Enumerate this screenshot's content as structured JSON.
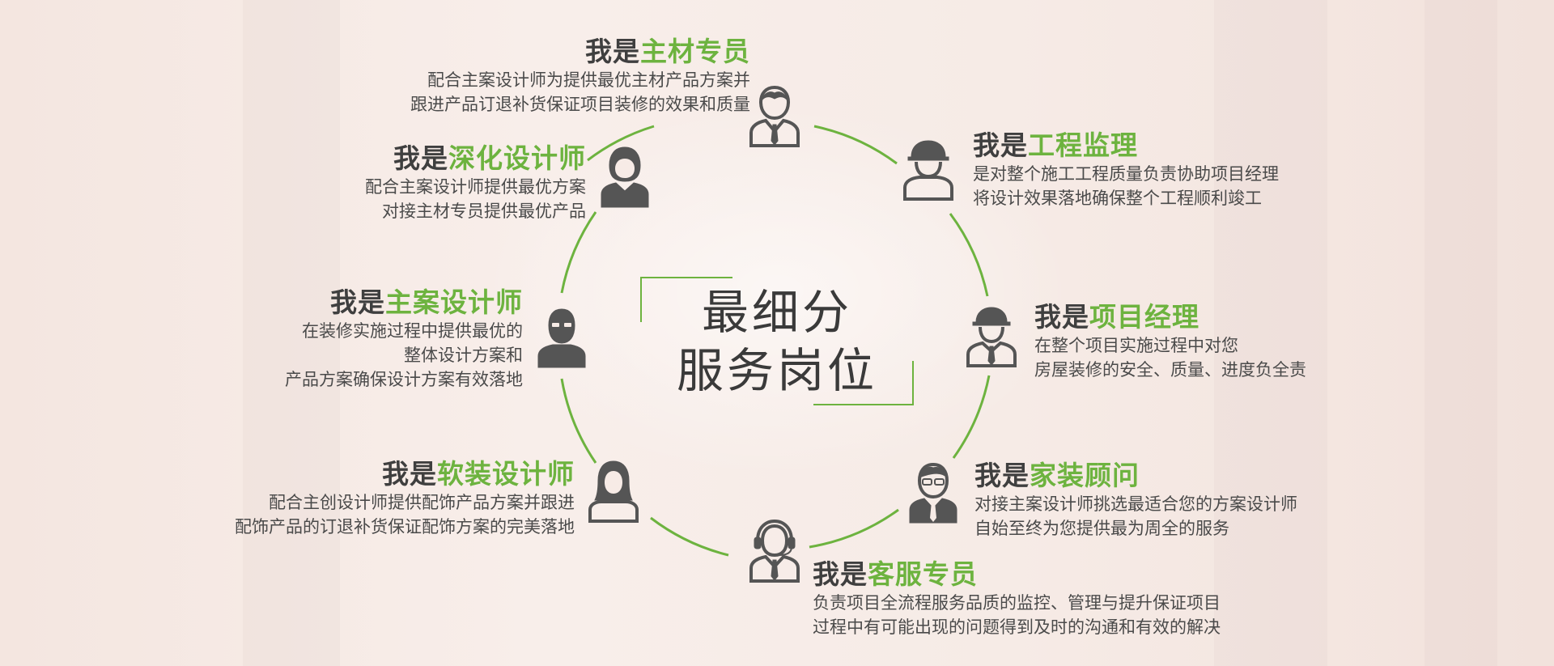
{
  "center_title": {
    "line1": "最细分",
    "line2": "服务岗位"
  },
  "colors": {
    "accent": "#6db33f",
    "text": "#3f3f3f",
    "icon": "#555555"
  },
  "roles": [
    {
      "id": "main-material",
      "prefix": "我是",
      "title": "主材专员",
      "lines": [
        "配合主案设计师为提供最优主材产品方案并",
        "跟进产品订退补货保证项目装修的效果和质量"
      ],
      "icon": "person-tie-icon"
    },
    {
      "id": "engineering-supervisor",
      "prefix": "我是",
      "title": "工程监理",
      "lines": [
        "是对整个施工工程质量负责协助项目经理",
        "将设计效果落地确保整个工程顺利竣工"
      ],
      "icon": "hardhat-person-icon"
    },
    {
      "id": "deep-designer",
      "prefix": "我是",
      "title": "深化设计师",
      "lines": [
        "配合主案设计师提供最优方案",
        "对接主材专员提供最优产品"
      ],
      "icon": "person-woman-icon"
    },
    {
      "id": "project-manager",
      "prefix": "我是",
      "title": "项目经理",
      "lines": [
        "在整个项目实施过程中对您",
        "房屋装修的安全、质量、进度负全责"
      ],
      "icon": "hardhat-tie-icon"
    },
    {
      "id": "lead-designer",
      "prefix": "我是",
      "title": "主案设计师",
      "lines": [
        "在装修实施过程中提供最优的",
        "整体设计方案和",
        "产品方案确保设计方案有效落地"
      ],
      "icon": "bearded-glasses-icon"
    },
    {
      "id": "home-consultant",
      "prefix": "我是",
      "title": "家装顾问",
      "lines": [
        "对接主案设计师挑选最适合您的方案设计师",
        "自始至终为您提供最为周全的服务"
      ],
      "icon": "glasses-tie-icon"
    },
    {
      "id": "soft-decor-designer",
      "prefix": "我是",
      "title": "软装设计师",
      "lines": [
        "配合主创设计师提供配饰产品方案并跟进",
        "配饰产品的订退补货保证配饰方案的完美落地"
      ],
      "icon": "long-hair-woman-icon"
    },
    {
      "id": "customer-service",
      "prefix": "我是",
      "title": "客服专员",
      "lines": [
        "负责项目全流程服务品质的监控、管理与提升保证项目",
        "过程中有可能出现的问题得到及时的沟通和有效的解决"
      ],
      "icon": "headset-person-icon"
    }
  ]
}
